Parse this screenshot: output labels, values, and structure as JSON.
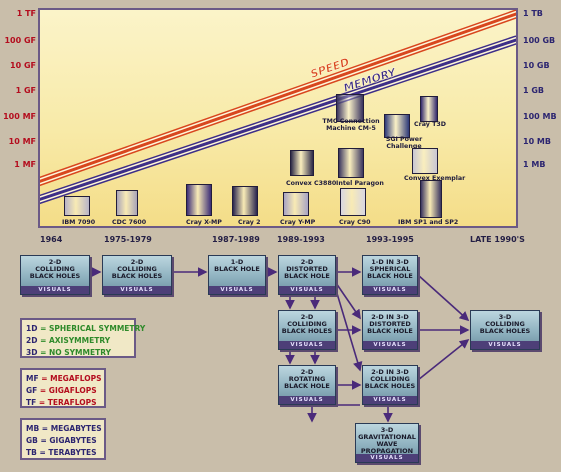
{
  "chart_data": {
    "type": "line",
    "y_left_ticks": [
      "1 TF",
      "100 GF",
      "10 GF",
      "1 GF",
      "100 MF",
      "10 MF",
      "1 MF"
    ],
    "y_right_ticks": [
      "1 TB",
      "100 GB",
      "10 GB",
      "1 GB",
      "100 MB",
      "10 MB",
      "1 MB"
    ],
    "series": [
      {
        "name": "SPEED",
        "color": "#d8461e"
      },
      {
        "name": "MEMORY",
        "color": "#3d2e88"
      }
    ],
    "computers": [
      {
        "label": "IBM 7090"
      },
      {
        "label": "CDC 7600"
      },
      {
        "label": "Cray X-MP"
      },
      {
        "label": "Cray 2"
      },
      {
        "label": "Cray Y-MP"
      },
      {
        "label": "Convex C3880"
      },
      {
        "label": "TMC Connection Machine CM-5"
      },
      {
        "label": "Intel Paragon"
      },
      {
        "label": "Cray C90"
      },
      {
        "label": "SGI Power Challenge"
      },
      {
        "label": "Cray T3D"
      },
      {
        "label": "Convex Exemplar"
      },
      {
        "label": "IBM SP1 and SP2"
      }
    ]
  },
  "timeline": [
    "1964",
    "1975-1979",
    "1987-1989",
    "1989-1993",
    "1993-1995",
    "LATE 1990'S"
  ],
  "flow": {
    "visuals_label": "VISUALS",
    "boxes": [
      {
        "l1": "2-D",
        "l2": "COLLIDING",
        "l3": "BLACK HOLES"
      },
      {
        "l1": "2-D",
        "l2": "COLLIDING",
        "l3": "BLACK HOLES"
      },
      {
        "l1": "1-D",
        "l2": "BLACK HOLE",
        "l3": ""
      },
      {
        "l1": "2-D",
        "l2": "DISTORTED",
        "l3": "BLACK HOLE"
      },
      {
        "l1": "1-D IN 3-D",
        "l2": "SPHERICAL",
        "l3": "BLACK HOLE"
      },
      {
        "l1": "2-D",
        "l2": "COLLIDING",
        "l3": "BLACK HOLES"
      },
      {
        "l1": "2-D IN 3-D",
        "l2": "DISTORTED",
        "l3": "BLACK HOLE"
      },
      {
        "l1": "3-D",
        "l2": "COLLIDING",
        "l3": "BLACK HOLES"
      },
      {
        "l1": "2-D",
        "l2": "ROTATING",
        "l3": "BLACK HOLE"
      },
      {
        "l1": "2-D IN 3-D",
        "l2": "COLLIDING",
        "l3": "BLACK HOLES"
      },
      {
        "l1": "3-D",
        "l2": "GRAVITATIONAL",
        "l3": "WAVE",
        "l4": "PROPAGATION"
      }
    ]
  },
  "legends": {
    "symmetry": [
      {
        "abbr": "1D",
        "text": "= SPHERICAL SYMMETRY"
      },
      {
        "abbr": "2D",
        "text": "= AXISYMMETRY"
      },
      {
        "abbr": "3D",
        "text": "= NO SYMMETRY"
      }
    ],
    "flops": [
      {
        "abbr": "MF",
        "text": "= MEGAFLOPS"
      },
      {
        "abbr": "GF",
        "text": "= GIGAFLOPS"
      },
      {
        "abbr": "TF",
        "text": "= TERAFLOPS"
      }
    ],
    "bytes": [
      {
        "abbr": "MB",
        "text": "= MEGABYTES"
      },
      {
        "abbr": "GB",
        "text": "= GIGABYTES"
      },
      {
        "abbr": "TB",
        "text": "= TERABYTES"
      }
    ]
  },
  "colors": {
    "background": "#c9beaa",
    "chart_bg": "#f8eaa8",
    "speed": "#d8461e",
    "memory": "#3d2e88",
    "box": "#8fb2c0",
    "visuals_bar": "#4d3f78",
    "arrow": "#4a2a7a",
    "symmetry_text": "#2e8a2a",
    "flops_text": "#b40d1e",
    "bytes_text": "#2c2570"
  }
}
